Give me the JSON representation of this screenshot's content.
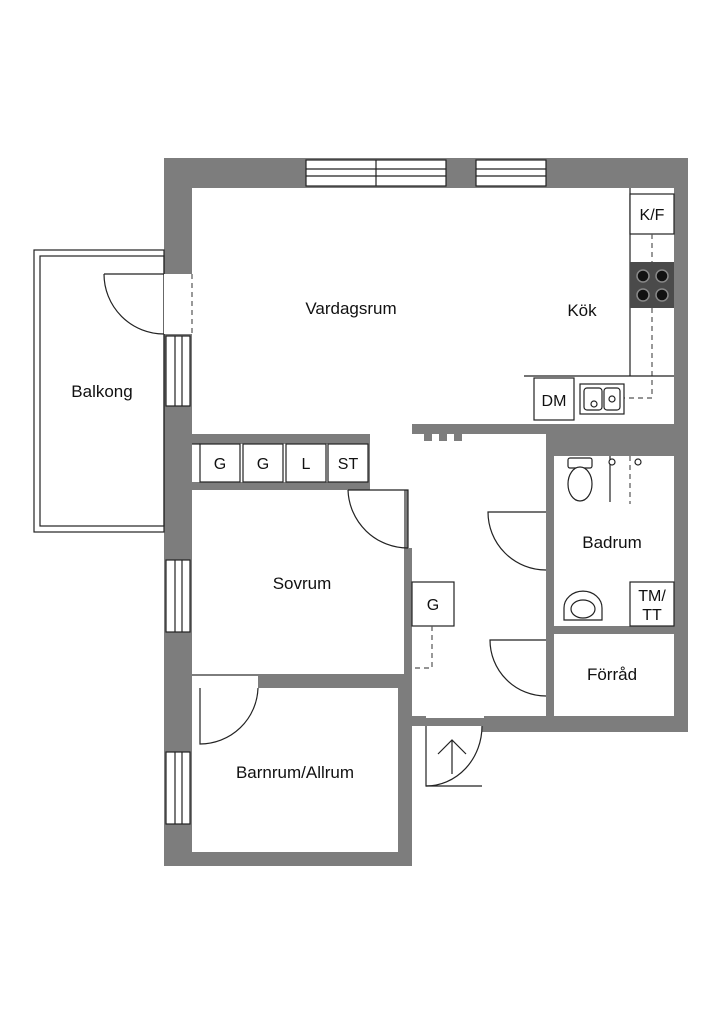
{
  "rooms": {
    "vardagsrum": "Vardagsrum",
    "kok": "Kök",
    "balkong": "Balkong",
    "sovrum": "Sovrum",
    "badrum": "Badrum",
    "forrad": "Förråd",
    "barnrum": "Barnrum/Allrum"
  },
  "fixtures": {
    "kf": "K/F",
    "dm": "DM",
    "tm_line1": "TM/",
    "tm_line2": "TT",
    "closet_g1": "G",
    "closet_g2": "G",
    "closet_l": "L",
    "closet_st": "ST",
    "hall_g": "G"
  }
}
